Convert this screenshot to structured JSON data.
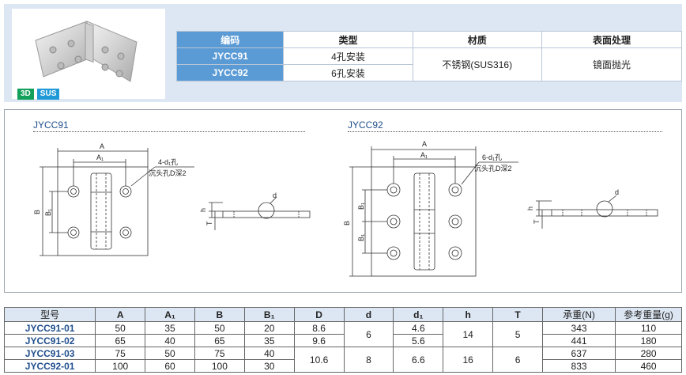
{
  "badges": {
    "b3d": "3D",
    "sus": "SUS"
  },
  "spec": {
    "headers": [
      "编码",
      "类型",
      "材质",
      "表面处理"
    ],
    "rows": [
      {
        "code": "JYCC91",
        "type": "4孔安装"
      },
      {
        "code": "JYCC92",
        "type": "6孔安装"
      }
    ],
    "material": "不锈钢(SUS316)",
    "surface": "镜面抛光"
  },
  "drawings": {
    "left_title": "JYCC91",
    "right_title": "JYCC92",
    "left_note1": "4-d₁孔",
    "left_note2": "沉头孔D深2",
    "right_note1": "6-d₁孔",
    "right_note2": "沉头孔D深2",
    "label_A": "A",
    "label_A1": "A₁",
    "label_B": "B",
    "label_B1": "B₁",
    "label_h": "h",
    "label_T": "T",
    "label_d": "d"
  },
  "dims": {
    "headers": [
      "型号",
      "A",
      "A₁",
      "B",
      "B₁",
      "D",
      "d",
      "d₁",
      "h",
      "T",
      "承重(N)",
      "参考重量(g)"
    ],
    "codes": [
      "JYCC91-01",
      "JYCC91-02",
      "JYCC91-03",
      "JYCC92-01"
    ],
    "A": [
      "50",
      "65",
      "75",
      "100"
    ],
    "A1": [
      "35",
      "40",
      "50",
      "60"
    ],
    "B": [
      "50",
      "65",
      "75",
      "100"
    ],
    "B1": [
      "20",
      "35",
      "40",
      "30"
    ],
    "D": [
      "8.6",
      "9.6",
      "10.6"
    ],
    "d": [
      "6",
      "8"
    ],
    "d1": [
      "4.6",
      "5.6",
      "6.6"
    ],
    "h": [
      "14",
      "16"
    ],
    "T": [
      "5",
      "6"
    ],
    "load": [
      "343",
      "441",
      "637",
      "833"
    ],
    "weight": [
      "110",
      "180",
      "280",
      "460"
    ]
  }
}
